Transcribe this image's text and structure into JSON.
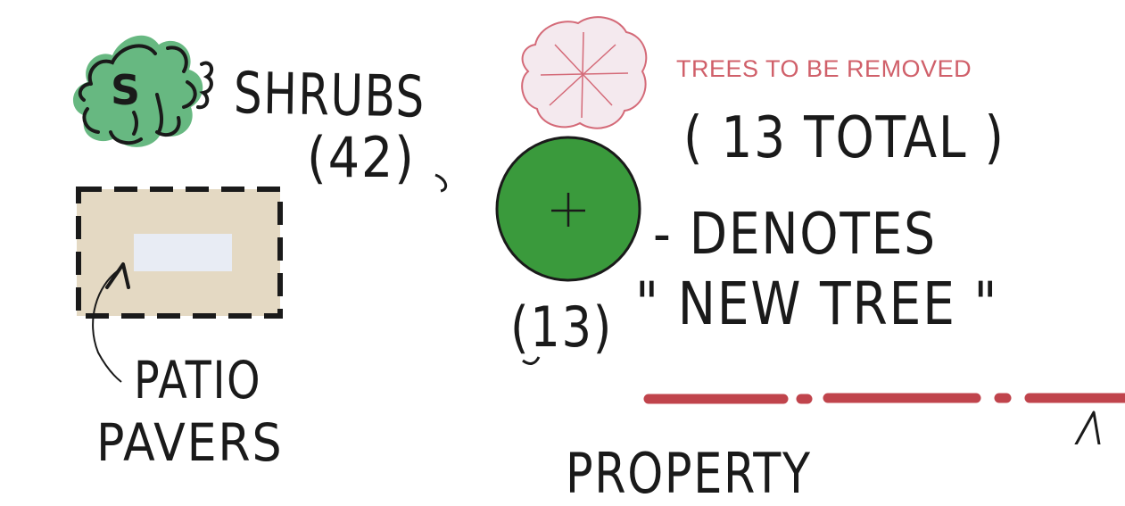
{
  "legend": {
    "shrubs": {
      "symbol_letter": "S",
      "label": "SHRUBS",
      "count": "(42)"
    },
    "patio": {
      "line1": "PATIO",
      "line2": "PAVERS"
    },
    "trees_removed": {
      "label": "TREES TO BE REMOVED",
      "count": "( 13 TOTAL )"
    },
    "new_tree": {
      "symbol": "+",
      "label_line1": "- DENOTES",
      "count": "(13)",
      "label_line2": "\" NEW TREE \""
    },
    "property_line": {
      "label": "PROPERTY"
    }
  },
  "colors": {
    "shrub_fill": "#5fb47a",
    "new_tree_fill": "#3a9a3c",
    "removed_tree_fill": "#f4e9ee",
    "removed_tree_stroke": "#d46a78",
    "patio_fill": "#e4d9c3",
    "property_line": "#c0444c",
    "ink": "#1a1a1a"
  },
  "icons": [
    "shrub-icon",
    "removed-tree-icon",
    "new-tree-icon",
    "patio-paver-icon",
    "property-line-icon",
    "leader-arrow-icon"
  ]
}
